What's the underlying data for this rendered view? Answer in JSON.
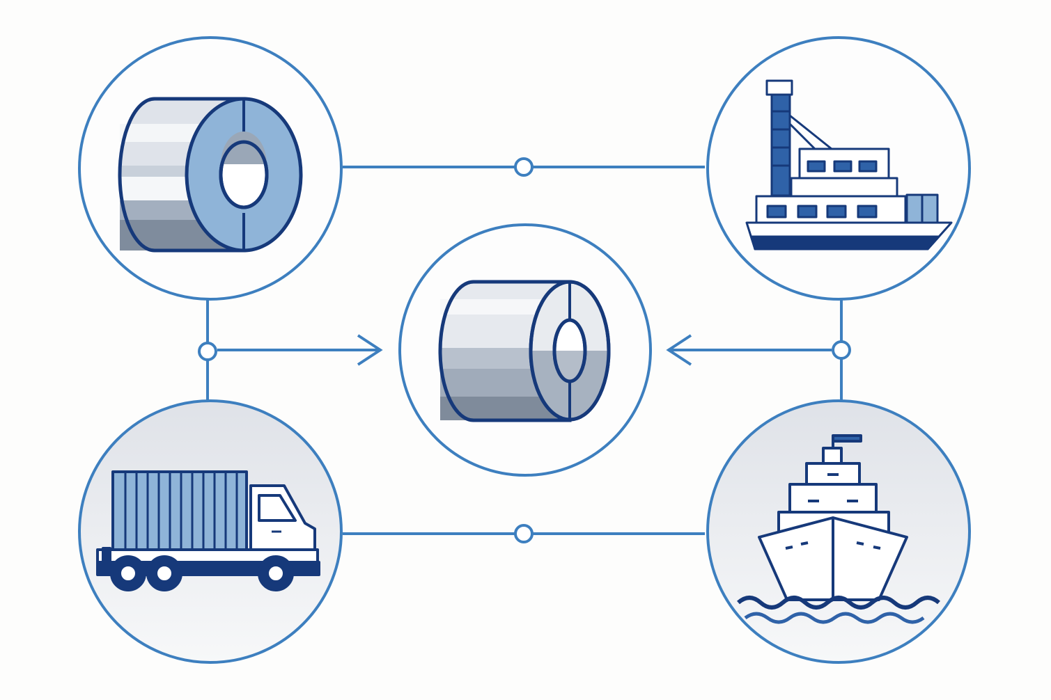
{
  "nodes": [
    {
      "id": "coil-source",
      "icon": "steel-coil-icon"
    },
    {
      "id": "cargo-ship",
      "icon": "cargo-ship-icon"
    },
    {
      "id": "coil-center",
      "icon": "steel-coil-icon"
    },
    {
      "id": "truck",
      "icon": "truck-icon"
    },
    {
      "id": "vessel",
      "icon": "ship-bow-icon"
    }
  ],
  "colors": {
    "ring": "#3d7fbf",
    "navy": "#16397a",
    "light_blue": "#8fb4d8",
    "mid_blue": "#6f9ccc",
    "grey_light": "#dde2ea",
    "grey_mid": "#a9b4c3",
    "grey_dark": "#7e8b9c",
    "background": "#fdfdfc"
  }
}
